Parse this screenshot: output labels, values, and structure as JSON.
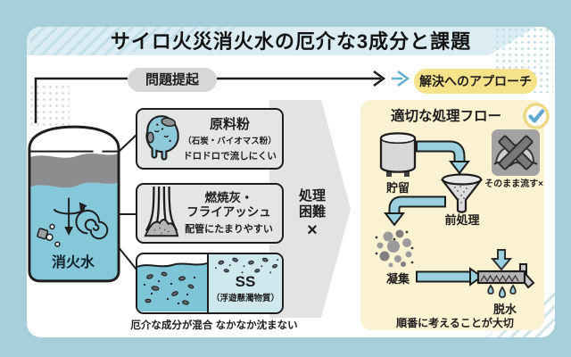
{
  "title": "サイロ火災消火水の厄介な3成分と課題",
  "flow": {
    "problem_label": "問題提起",
    "solution_label": "解決へのアプローチ"
  },
  "silo": {
    "label": "消火水"
  },
  "components": {
    "caption": "厄介な成分が混合 なかなか沈まない",
    "item1": {
      "name": "原料粉",
      "subtitle": "（石炭・バイオマス粉）",
      "note": "ドロドロで流しにくい"
    },
    "item2": {
      "name_line1": "燃焼灰・",
      "name_line2": "フライアッシュ",
      "note": "配管にたまりやすい"
    },
    "item3": {
      "name": "SS",
      "subtitle": "（浮遊懸濁物質）"
    }
  },
  "difficulty": {
    "line1": "処理",
    "line2": "困難",
    "mark": "×"
  },
  "solution": {
    "title": "適切な処理フロー",
    "steps": [
      {
        "label": "貯留"
      },
      {
        "label": "前処理"
      },
      {
        "label": "凝集"
      },
      {
        "label": "脱水"
      }
    ],
    "forbidden_label": "そのまま流す×",
    "caption": "順番に考えることが大切"
  },
  "colors": {
    "background": "#a6cfdb",
    "card": "#ffffff",
    "header_band": "#dbedf2",
    "water_blue": "#85c8da",
    "pill_yellow": "#f5e289",
    "panel_yellow": "#fbf2d2",
    "gray_arrow": "#e3e3e3",
    "box_gray": "#e4e6e6",
    "flow_arrow_blue": "#9bd1de"
  }
}
